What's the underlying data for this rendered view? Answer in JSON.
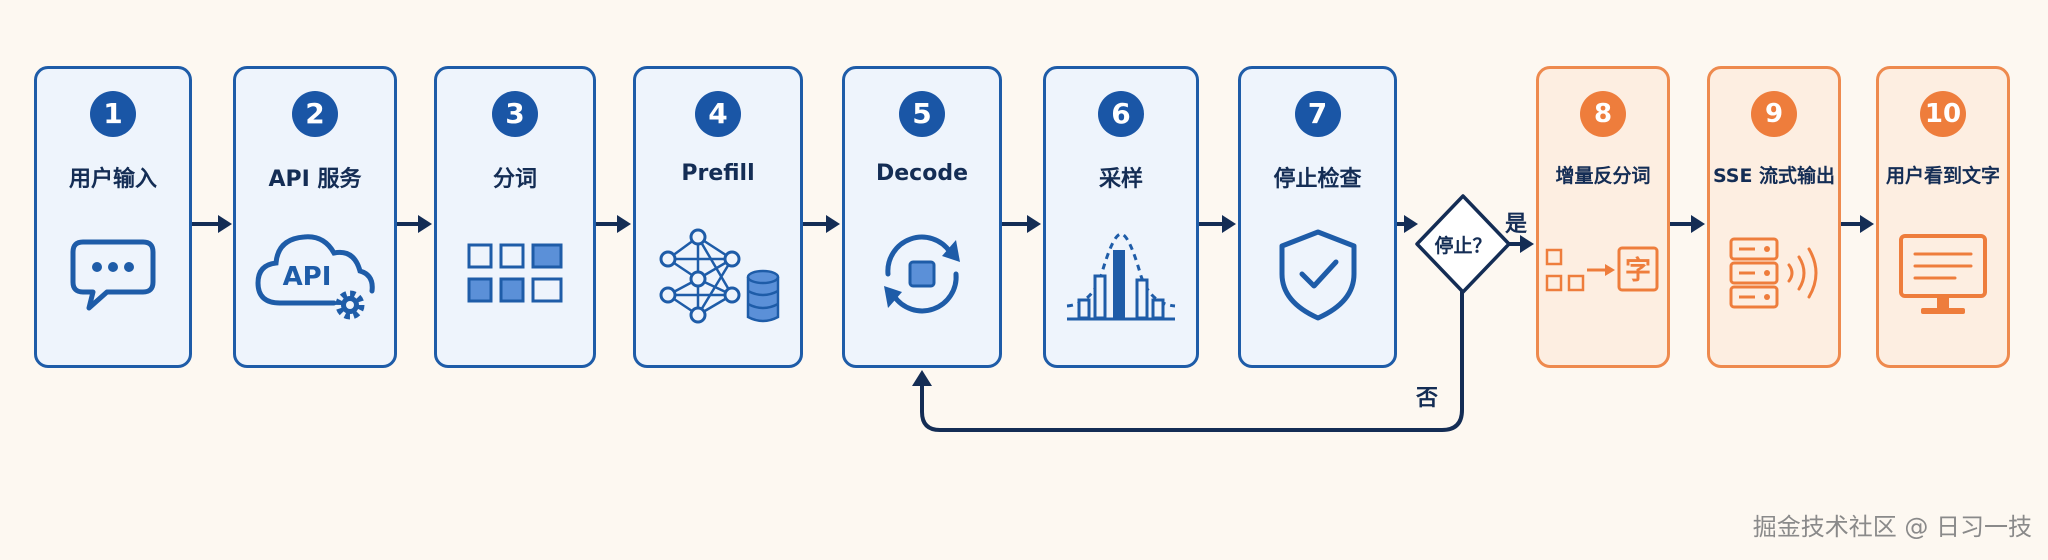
{
  "steps": [
    {
      "num": "1",
      "label": "用户输入",
      "icon": "chat-bubble-icon"
    },
    {
      "num": "2",
      "label": "API 服务",
      "icon": "api-cloud-gear-icon",
      "icon_text": "API"
    },
    {
      "num": "3",
      "label": "分词",
      "icon": "token-grid-icon"
    },
    {
      "num": "4",
      "label": "Prefill",
      "icon": "neural-network-database-icon"
    },
    {
      "num": "5",
      "label": "Decode",
      "icon": "refresh-cycle-icon"
    },
    {
      "num": "6",
      "label": "采样",
      "icon": "distribution-histogram-icon"
    },
    {
      "num": "7",
      "label": "停止检查",
      "icon": "shield-check-icon"
    },
    {
      "num": "8",
      "label": "增量反分词",
      "icon": "tokens-to-char-icon",
      "icon_text": "字"
    },
    {
      "num": "9",
      "label": "SSE 流式输出",
      "icon": "server-stream-icon"
    },
    {
      "num": "10",
      "label": "用户看到文字",
      "icon": "monitor-text-icon"
    }
  ],
  "decision": {
    "label": "停止？",
    "yes": "是",
    "no": "否"
  },
  "watermark": "掘金技术社区 @ 日习一技",
  "colors": {
    "blue": "#1e5ca8",
    "orange": "#ee8a4e",
    "navy": "#142d55",
    "background": "#fdf8f1"
  }
}
